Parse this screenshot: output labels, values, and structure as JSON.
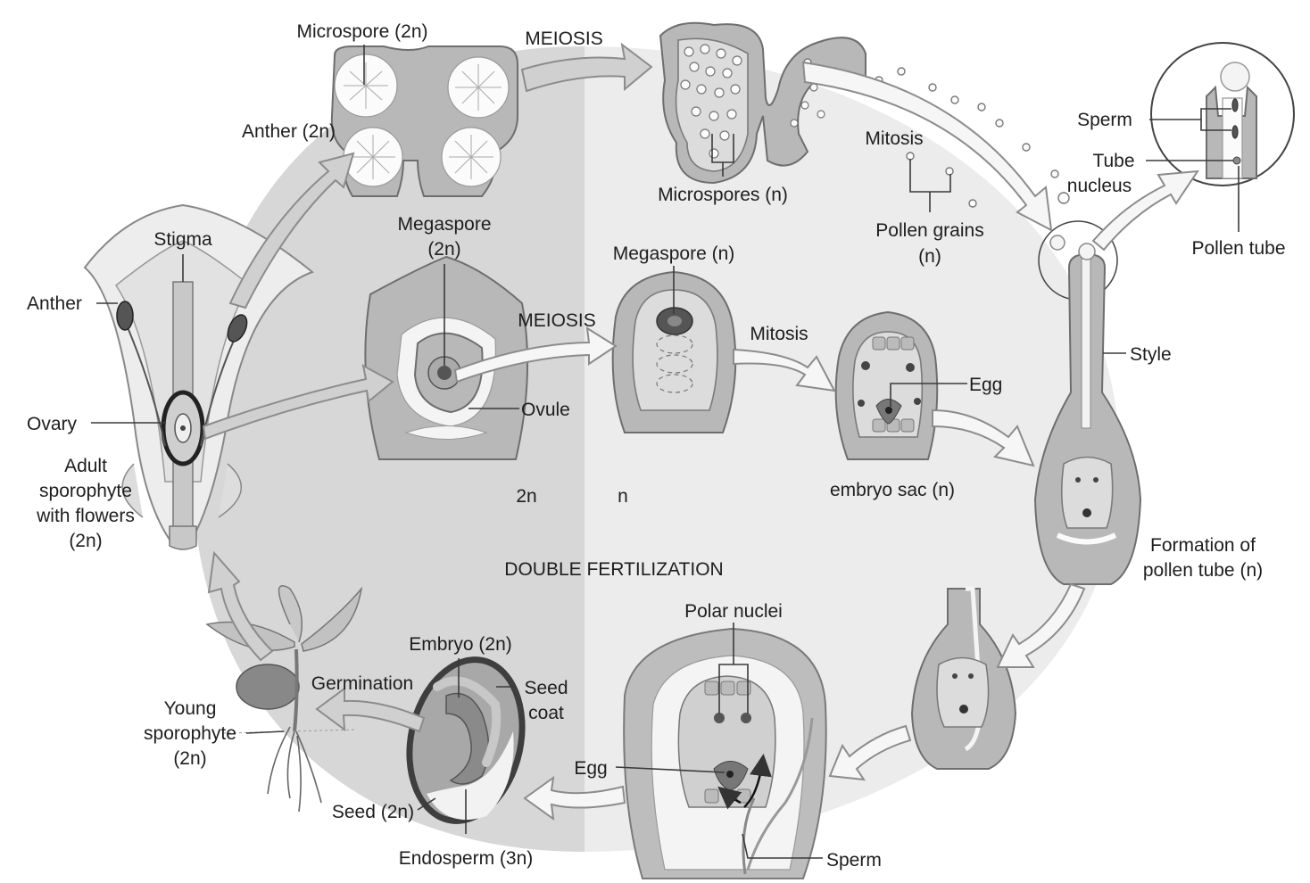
{
  "labels": {
    "microspore_2n": "Microspore (2n)",
    "meiosis_top": "MEIOSIS",
    "anther_2n": "Anther (2n)",
    "mitosis_top": "Mitosis",
    "sperm_top": "Sperm",
    "tube_nucleus_1": "Tube",
    "tube_nucleus_2": "nucleus",
    "microspores_n": "Microspores (n)",
    "pollen_grains_1": "Pollen grains",
    "pollen_grains_2": "(n)",
    "pollen_tube": "Pollen tube",
    "stigma": "Stigma",
    "megaspore_2n_1": "Megaspore",
    "megaspore_2n_2": "(2n)",
    "megaspore_n": "Megaspore (n)",
    "anther": "Anther",
    "meiosis_mid": "MEIOSIS",
    "mitosis_mid": "Mitosis",
    "style": "Style",
    "egg_mid": "Egg",
    "ovary": "Ovary",
    "ovule": "Ovule",
    "adult_1": "Adult",
    "adult_2": "sporophyte",
    "adult_3": "with flowers",
    "adult_4": "(2n)",
    "ploidy_2n": "2n",
    "ploidy_n": "n",
    "embryo_sac": "embryo sac (n)",
    "formation_1": "Formation of",
    "formation_2": "pollen tube (n)",
    "double_fert": "DOUBLE FERTILIZATION",
    "polar_nuclei": "Polar nuclei",
    "embryo_2n": "Embryo (2n)",
    "germination": "Germination",
    "seed_coat_1": "Seed",
    "seed_coat_2": "coat",
    "young_1": "Young",
    "young_2": "sporophyte",
    "young_3": "(2n)",
    "egg_bottom": "Egg",
    "seed_2n": "Seed (2n)",
    "endosperm": "Endosperm (3n)",
    "sperm_bottom": "Sperm"
  }
}
